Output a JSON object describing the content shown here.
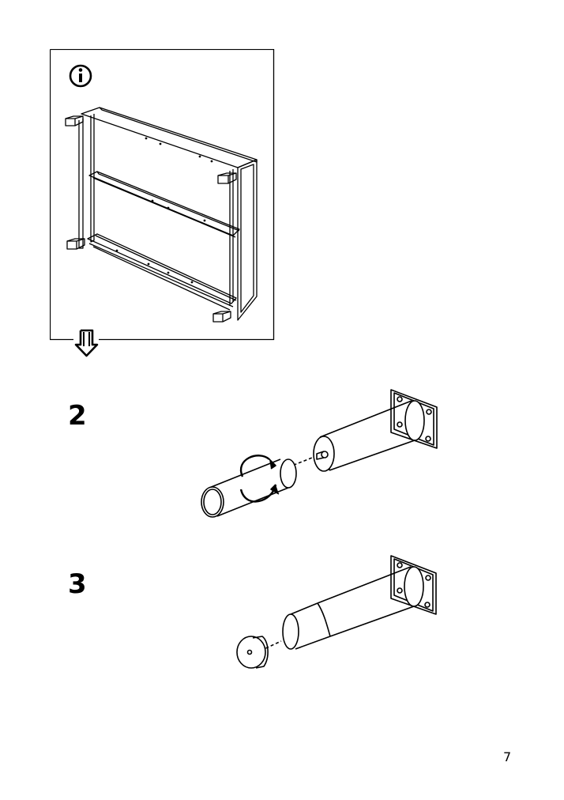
{
  "info_panel": {
    "icon": "info-icon",
    "illustration": "sofa-frame-upside-down"
  },
  "next_arrow_icon": "down-arrow-icon",
  "steps": [
    {
      "number": "2",
      "illustration": "leg-screw-into-mounting-plate"
    },
    {
      "number": "3",
      "illustration": "glide-cap-attach-to-leg"
    }
  ],
  "page_number": "7"
}
